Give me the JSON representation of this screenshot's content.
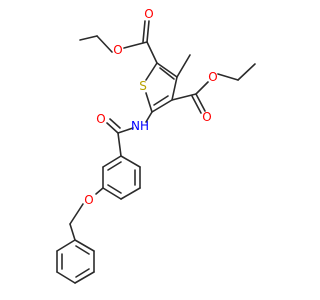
{
  "molecule": {
    "labels": {
      "o_ester1_carbonyl": "O",
      "o_ester1_ether": "O",
      "o_ester2_carbonyl": "O",
      "o_ester2_ether": "O",
      "s_thiophene": "S",
      "nh_amide": "NH",
      "o_amide": "O",
      "o_benzyl_ether": "O"
    },
    "colors": {
      "oxygen": "#ff0000",
      "sulfur": "#b8a200",
      "nitrogen": "#0000ff",
      "bond": "#2b2b2b"
    }
  }
}
